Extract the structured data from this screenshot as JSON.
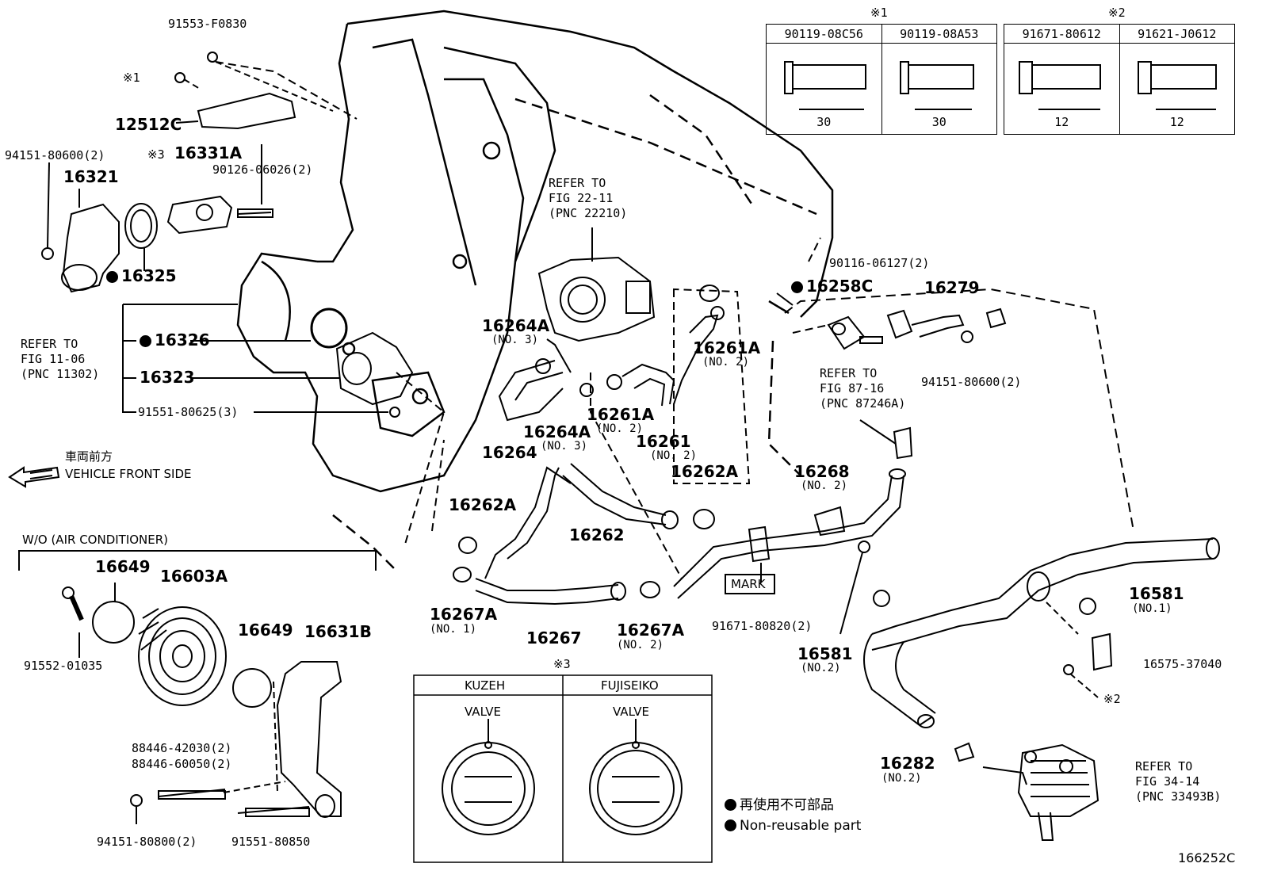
{
  "figure_code": "166252C",
  "table1": {
    "mark": "※1",
    "headers": [
      "90119-08C56",
      "90119-08A53"
    ],
    "lengths": [
      "30",
      "30"
    ]
  },
  "table2": {
    "mark": "※2",
    "headers": [
      "91671-80612",
      "91621-J0612"
    ],
    "lengths": [
      "12",
      "12"
    ]
  },
  "thermo": {
    "mark": "※3",
    "headers": [
      "KUZEH",
      "FUJISEIKO"
    ],
    "valve": "VALVE"
  },
  "legend": {
    "jp": "再使用不可部品",
    "en": "Non-reusable part"
  },
  "front": {
    "jp": "車両前方",
    "en": "VEHICLE FRONT SIDE"
  },
  "wo_ac": "W/O (AIR CONDITIONER)",
  "marks": {
    "m1": "※1",
    "m2": "※2",
    "m3": "※3"
  },
  "refer": {
    "r1": {
      "l1": "REFER TO",
      "l2": "FIG 22-11",
      "l3": "(PNC 22210)"
    },
    "r2": {
      "l1": "REFER TO",
      "l2": "FIG 11-06",
      "l3": "(PNC 11302)"
    },
    "r3": {
      "l1": "REFER TO",
      "l2": "FIG 87-16",
      "l3": "(PNC 87246A)"
    },
    "r4": {
      "l1": "REFER TO",
      "l2": "FIG 34-14",
      "l3": "(PNC 33493B)"
    }
  },
  "mark_label": "MARK",
  "parts": {
    "p91553": "91553-F0830",
    "p12512C": "12512C",
    "p94151a": "94151-80600(2)",
    "p16331A": "16331A",
    "p90126": "90126-06026(2)",
    "p16321": "16321",
    "p16325": "16325",
    "p16326": "16326",
    "p16323": "16323",
    "p91551a": "91551-80625(3)",
    "p16264A1": "16264A",
    "p16264A1s": "(NO. 3)",
    "p16264A2": "16264A",
    "p16264A2s": "(NO. 3)",
    "p16264": "16264",
    "p16261A1": "16261A",
    "p16261A1s": "(NO. 2)",
    "p16261A2": "16261A",
    "p16261A2s": "(NO. 2)",
    "p16261": "16261",
    "p16261s": "(NO. 2)",
    "p16262A1": "16262A",
    "p16262A2": "16262A",
    "p16262": "16262",
    "p16267A1": "16267A",
    "p16267A1s": "(NO. 1)",
    "p16267A2": "16267A",
    "p16267A2s": "(NO. 2)",
    "p16267": "16267",
    "p16258C": "16258C",
    "p90116": "90116-06127(2)",
    "p16279": "16279",
    "p94151b": "94151-80600(2)",
    "p16268": "16268",
    "p16268s": "(NO. 2)",
    "p91671": "91671-80820(2)",
    "p16581a": "16581",
    "p16581as": "(NO.1)",
    "p16581b": "16581",
    "p16581bs": "(NO.2)",
    "p16575": "16575-37040",
    "p16282": "16282",
    "p16282s": "(NO.2)",
    "p16649a": "16649",
    "p16603A": "16603A",
    "p16649b": "16649",
    "p16631B": "16631B",
    "p91552": "91552-01035",
    "p88446a": "88446-42030(2)",
    "p88446b": "88446-60050(2)",
    "p94151c": "94151-80800(2)",
    "p91551b": "91551-80850"
  }
}
